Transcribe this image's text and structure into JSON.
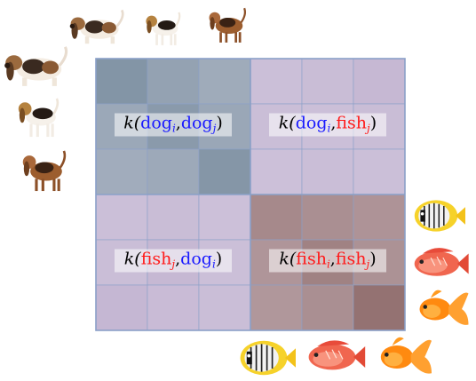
{
  "title": "",
  "matrix": {
    "grid": [
      [
        0.95,
        0.7,
        0.55,
        0.18,
        0.22,
        0.3
      ],
      [
        0.6,
        0.85,
        0.62,
        0.2,
        0.18,
        0.22
      ],
      [
        0.52,
        0.58,
        0.92,
        0.16,
        0.2,
        0.18
      ],
      [
        0.18,
        0.22,
        0.16,
        0.62,
        0.55,
        0.5
      ],
      [
        0.2,
        0.3,
        0.18,
        0.48,
        0.7,
        0.52
      ],
      [
        0.32,
        0.24,
        0.2,
        0.46,
        0.55,
        0.88
      ]
    ],
    "colors": {
      "dog_dog": "#7f92a3",
      "fish_fish": "#8c6766",
      "cross": "#c9bcd6",
      "line": "#8aa0c8"
    }
  },
  "labels": {
    "tl": {
      "k": "k(",
      "a": "dog",
      "ai": "i",
      "comma": ",",
      "b": "dog",
      "bi": "j",
      "close": ")"
    },
    "tr": {
      "k": "k(",
      "a": "dog",
      "ai": "i",
      "comma": ",",
      "b": "fish",
      "bi": "j",
      "close": ")"
    },
    "bl": {
      "k": "k(",
      "a": "fish",
      "ai": "j",
      "comma": ",",
      "b": "dog",
      "bi": "i",
      "close": ")"
    },
    "br": {
      "k": "k(",
      "a": "fish",
      "ai": "i",
      "comma": ",",
      "b": "fish",
      "bi": "j",
      "close": ")"
    }
  },
  "icons": {
    "dogs_top": [
      "basset-hound-icon",
      "beagle-icon",
      "bloodhound-icon"
    ],
    "dogs_left": [
      "basset-hound-icon",
      "beagle-icon",
      "bloodhound-icon"
    ],
    "fish_right": [
      "butterflyfish-icon",
      "red-cichlid-icon",
      "goldfish-icon"
    ],
    "fish_bottom": [
      "butterflyfish-icon",
      "red-cichlid-icon",
      "goldfish-icon"
    ]
  }
}
